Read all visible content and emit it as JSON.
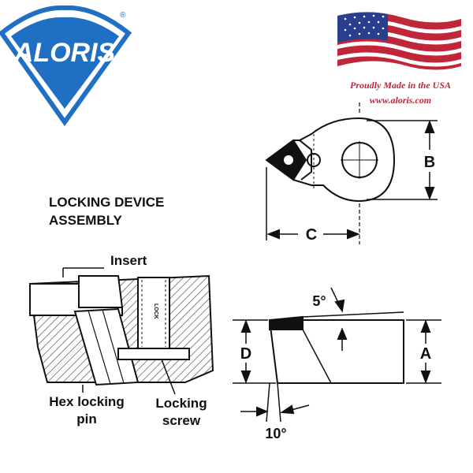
{
  "brand": {
    "name": "ALORIS",
    "registered_mark": "®",
    "tagline": "Proudly Made in the USA",
    "website": "www.aloris.com",
    "brand_blue": "#1f6fc2",
    "tagline_red": "#c0263a"
  },
  "diagram": {
    "title_line1": "LOCKING DEVICE",
    "title_line2": "ASSEMBLY",
    "insert_label": "Insert",
    "hex_pin_line1": "Hex locking",
    "hex_pin_line2": "pin",
    "screw_line1": "Locking",
    "screw_line2": "screw",
    "lock_text": "LOCK",
    "dim_a": "A",
    "dim_b": "B",
    "dim_c": "C",
    "dim_d": "D",
    "angle_top": "5°",
    "angle_bottom": "10°"
  },
  "flag_icon": "us-flag-icon"
}
